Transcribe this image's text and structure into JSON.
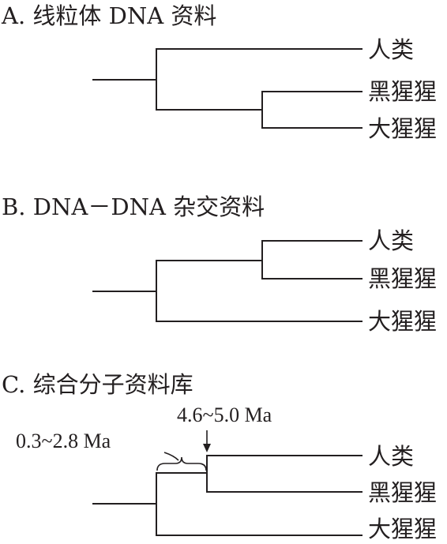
{
  "panels": [
    {
      "title": "A. 线粒体 DNA 资料",
      "taxa": [
        "人类",
        "黑猩猩",
        "大猩猩"
      ],
      "topology": "outer-first"
    },
    {
      "title": "B. DNA－DNA 杂交资料",
      "taxa": [
        "人类",
        "黑猩猩",
        "大猩猩"
      ],
      "topology": "top-pair"
    },
    {
      "title": "C. 综合分子资料库",
      "taxa": [
        "人类",
        "黑猩猩",
        "大猩猩"
      ],
      "topology": "top-pair",
      "annotations": {
        "bracket_label": "0.3~2.8 Ma",
        "arrow_label": "4.6~5.0 Ma"
      }
    }
  ]
}
